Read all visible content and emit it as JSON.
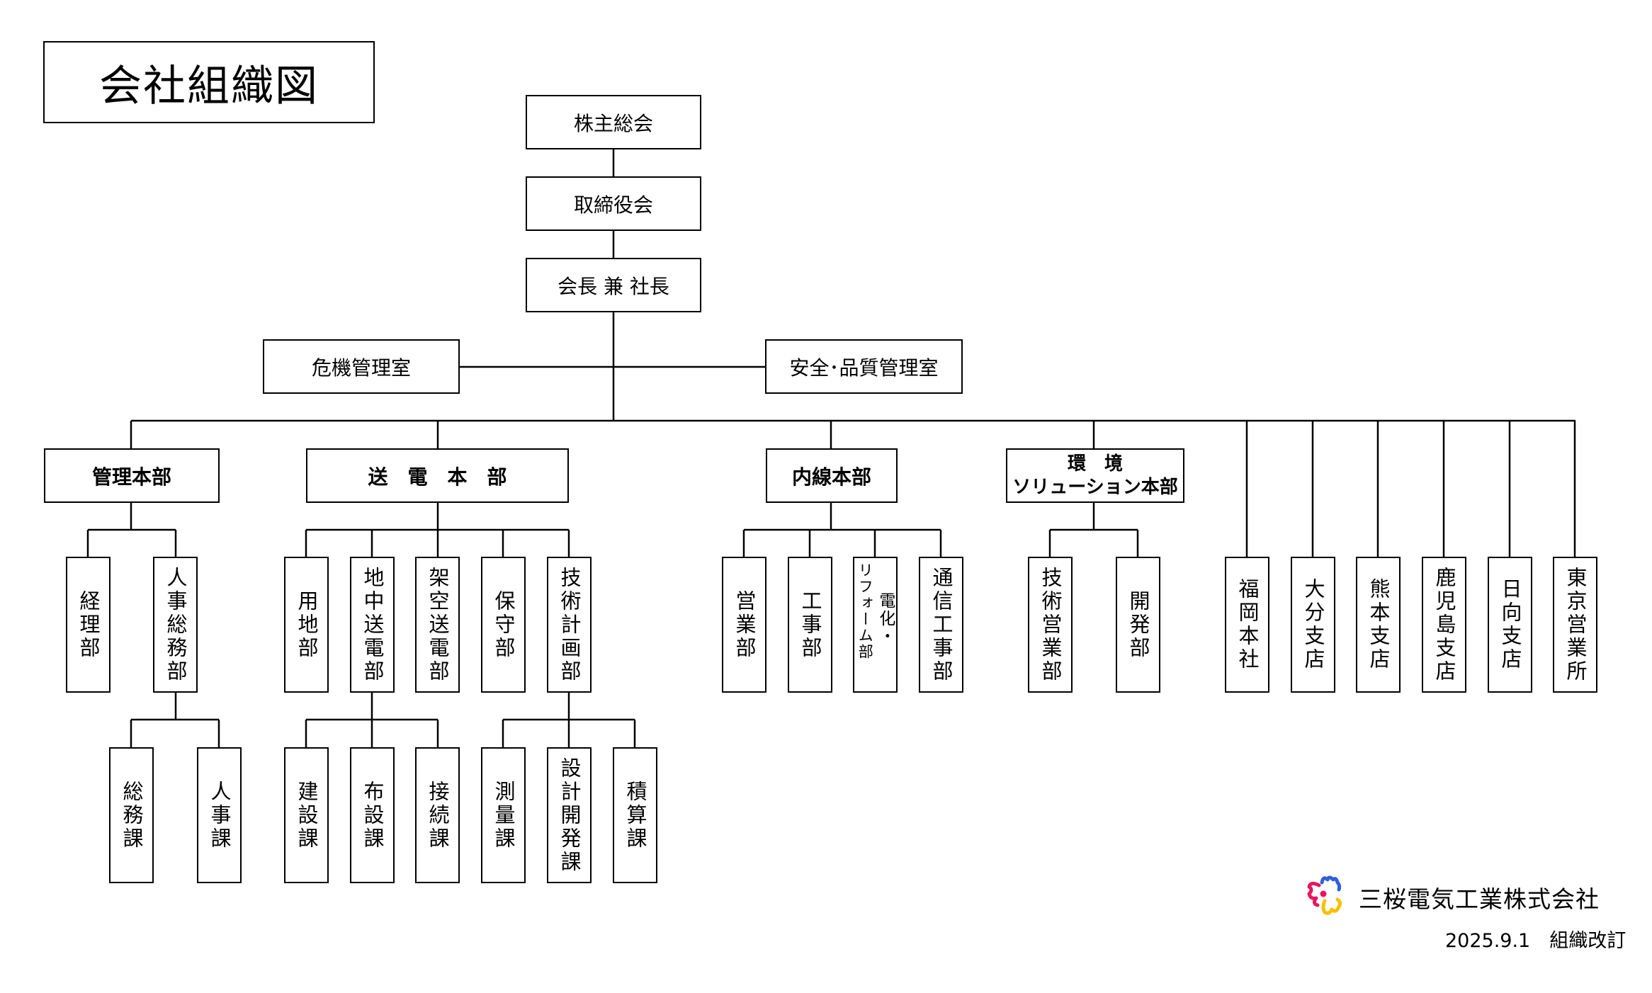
{
  "title": "会社組織図",
  "top_chain": [
    {
      "id": "shareholders",
      "label": "株主総会"
    },
    {
      "id": "board",
      "label": "取締役会"
    },
    {
      "id": "president",
      "label": "会長 兼 社長"
    }
  ],
  "staff_offices": {
    "left": {
      "label": "危機管理室"
    },
    "right": {
      "label": "安全･品質管理室"
    }
  },
  "divisions": [
    {
      "label": "管理本部",
      "departments": [
        {
          "label": "経理部"
        },
        {
          "label": "人事総務部",
          "sections": [
            {
              "label": "総務課"
            },
            {
              "label": "人事課"
            }
          ]
        }
      ]
    },
    {
      "label": "送　電　本　部",
      "departments": [
        {
          "label": "用地部"
        },
        {
          "label": "地中送電部",
          "sections": [
            {
              "label": "建設課"
            },
            {
              "label": "布設課"
            },
            {
              "label": "接続課"
            }
          ]
        },
        {
          "label": "架空送電部"
        },
        {
          "label": "保守部"
        },
        {
          "label": "技術計画部",
          "sections": [
            {
              "label": "測量課"
            },
            {
              "label": "設計開発課"
            },
            {
              "label": "積算課"
            }
          ]
        }
      ]
    },
    {
      "label": "内線本部",
      "departments": [
        {
          "label": "営業部"
        },
        {
          "label": "工事部"
        },
        {
          "label": "電化・リフォーム部",
          "col1": "電化・",
          "col2": "リフォーム部"
        },
        {
          "label": "通信工事部"
        }
      ]
    },
    {
      "label_line1": "環　境",
      "label_line2": "ソリューション本部",
      "departments": [
        {
          "label": "技術営業部"
        },
        {
          "label": "開発部"
        }
      ]
    }
  ],
  "branches": [
    {
      "label": "福岡本社"
    },
    {
      "label": "大分支店"
    },
    {
      "label": "熊本支店"
    },
    {
      "label": "鹿児島支店"
    },
    {
      "label": "日向支店"
    },
    {
      "label": "東京営業所"
    }
  ],
  "footer": {
    "company_name": "三桜電気工業株式会社",
    "revision": "2025.9.1　組織改訂",
    "logo_colors": {
      "pink": "#e8175d",
      "blue": "#2f5fd8",
      "yellow": "#f5c000"
    }
  }
}
